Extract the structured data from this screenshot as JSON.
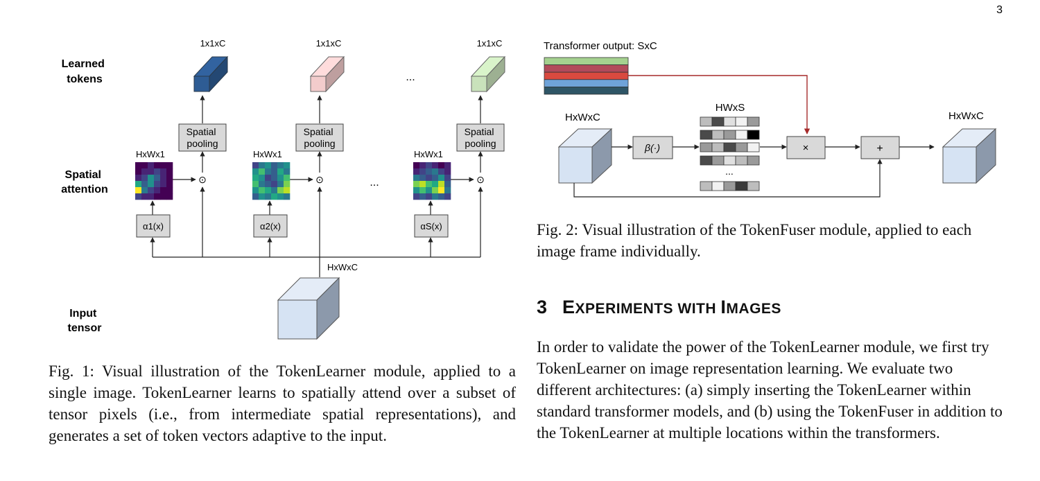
{
  "page_number": "3",
  "fig1": {
    "row_labels": {
      "learned_tokens": [
        "Learned",
        "tokens"
      ],
      "spatial_attention": [
        "Spatial",
        "attention"
      ],
      "input_tensor": [
        "Input",
        "tensor"
      ]
    },
    "token_dim_label": "1x1xC",
    "pooling_label": [
      "Spatial",
      "pooling"
    ],
    "map_label": "HxWx1",
    "alpha_labels": [
      "α1(x)",
      "α2(x)",
      "αS(x)"
    ],
    "multiply_symbol": "⊙",
    "ellipsis": "...",
    "input_label": "HxWxC",
    "token_colors": [
      "#2e5c94",
      "#f3cccc",
      "#c9e2bb"
    ],
    "caption": "Fig. 1: Visual illustration of the TokenLearner module, applied to a single image. TokenLearner learns to spatially attend over a subset of tensor pixels (i.e., from intermediate spatial representations), and generates a set of token vectors adaptive to the input."
  },
  "fig2": {
    "transformer_label": "Transformer output: SxC",
    "transformer_stripe_colors": [
      "#a5d18f",
      "#b24a5a",
      "#d94a3f",
      "#6fa3d9",
      "#2e5566"
    ],
    "input_label": "HxWxC",
    "beta_label": "β(·)",
    "weights_label": "HWxS",
    "multiply_symbol": "×",
    "add_symbol": "+",
    "output_label": "HxWxC",
    "ellipsis": "...",
    "caption": "Fig. 2: Visual illustration of the TokenFuser module, applied to each image frame individually."
  },
  "section": {
    "number": "3",
    "title_parts": [
      "E",
      "XPERIMENTS WITH ",
      "I",
      "MAGES"
    ],
    "body": "In order to validate the power of the TokenLearner module, we first try TokenLearner on image representation learning. We evaluate two different architectures: (a) simply inserting the TokenLearner within standard transformer models, and (b) using the TokenFuser in addition to the TokenLearner at multiple locations within the transformers."
  }
}
